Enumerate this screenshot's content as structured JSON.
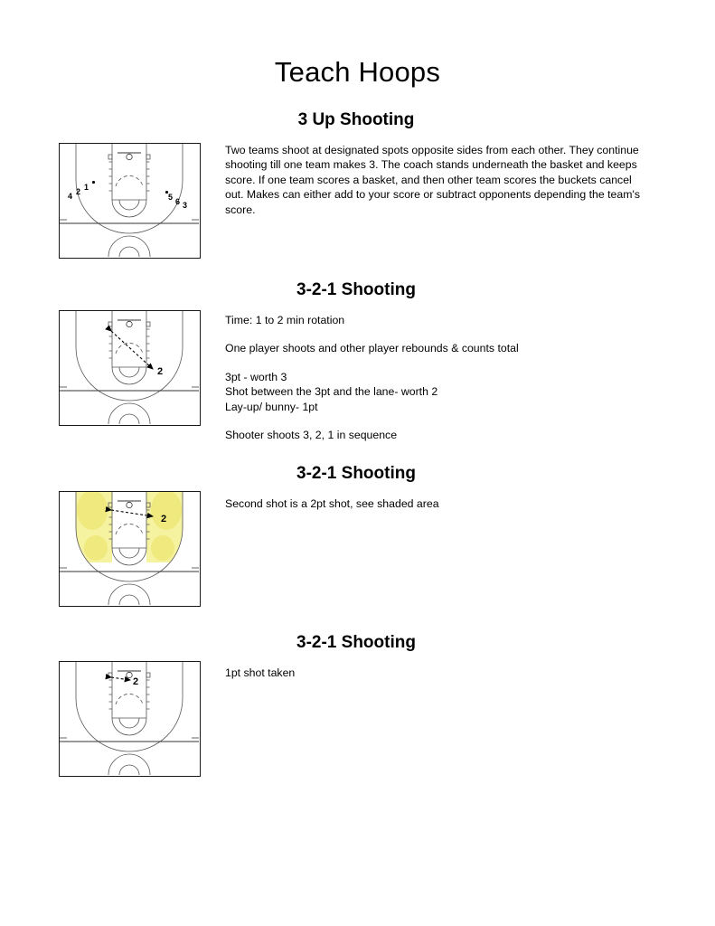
{
  "document": {
    "title": "Teach Hoops",
    "background_color": "#ffffff",
    "text_color": "#000000",
    "shade_color": "#f5f2a0",
    "court_line_color": "#1a1a1a"
  },
  "sections": [
    {
      "heading": "3 Up Shooting",
      "paragraphs": [
        "Two teams shoot at designated spots opposite sides from each other. They continue shooting till one team makes 3. The coach stands underneath the basket and keeps score. If one team scores a basket, and then other team scores the buckets cancel out. Makes can either add to your score or subtract opponents depending the team's score."
      ],
      "diagram": {
        "name": "half-court-6-spots",
        "shaded": false,
        "markers": [
          "1",
          "2",
          "4",
          "5",
          "6",
          "3"
        ]
      }
    },
    {
      "heading": "3-2-1 Shooting",
      "paragraphs": [
        "Time: 1 to 2 min rotation",
        "One player shoots and other player rebounds & counts total",
        "3pt - worth 3\nShot between the 3pt and the lane- worth 2\nLay-up/ bunny- 1pt",
        "Shooter shoots 3, 2, 1 in sequence"
      ],
      "diagram": {
        "name": "half-court-3pt-arrow",
        "shaded": false,
        "markers": [
          "2"
        ]
      }
    },
    {
      "heading": "3-2-1 Shooting",
      "paragraphs": [
        "Second shot is a 2pt shot, see shaded area"
      ],
      "diagram": {
        "name": "half-court-2pt-shaded",
        "shaded": true,
        "markers": [
          "2"
        ]
      }
    },
    {
      "heading": "3-2-1 Shooting",
      "paragraphs": [
        "1pt shot taken"
      ],
      "diagram": {
        "name": "half-court-layup-arrow",
        "shaded": false,
        "markers": [
          "2"
        ]
      }
    }
  ]
}
